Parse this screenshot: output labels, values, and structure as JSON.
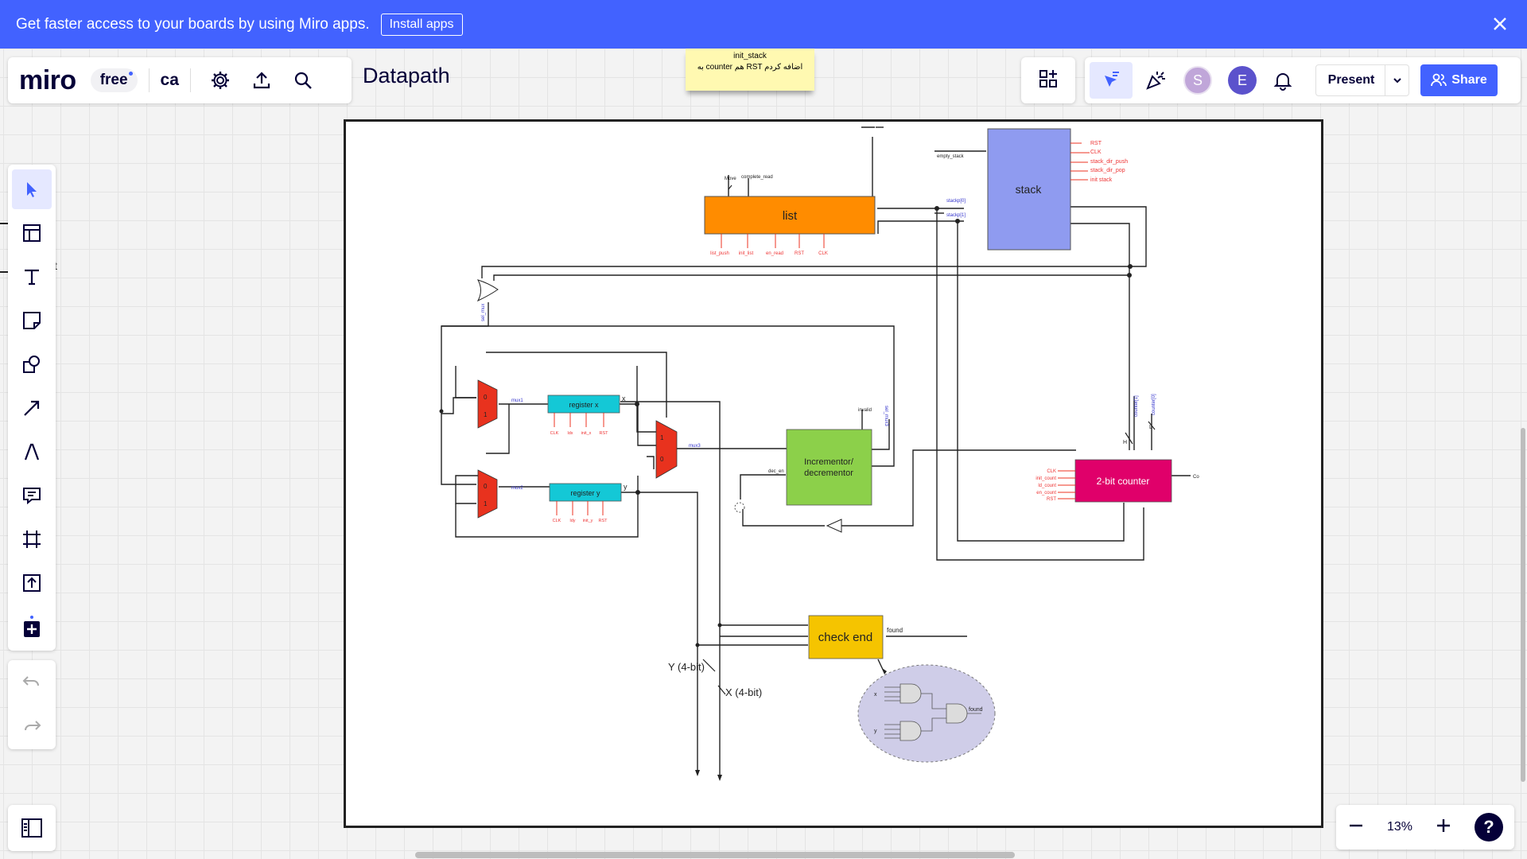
{
  "banner": {
    "text": "Get faster access to your boards by using Miro apps.",
    "button": "Install apps"
  },
  "header": {
    "logo": "miro",
    "plan": "free",
    "workspace": "ca",
    "board_title": "Datapath"
  },
  "sticky_note": {
    "line1": "init_stack",
    "line2": "به counter هم RST اضافه کردم"
  },
  "collab": {
    "avatar1": "S",
    "avatar2": "E",
    "present": "Present",
    "share": "Share"
  },
  "zoom": {
    "value": "13%"
  },
  "help": "?",
  "canvas_stray_text": "t",
  "colors": {
    "accent": "#4262ff",
    "avatar1": "#c0a6d9",
    "avatar2": "#5b52cc",
    "list": "#ff8c00",
    "stack": "#8f9bf0",
    "register": "#14c8d6",
    "counter": "#e0006a",
    "incdec": "#8cd04a",
    "check_end": "#f5c400",
    "mux": "#e8321e"
  },
  "diagram": {
    "stack": "stack",
    "stack_inputs": [
      "RST",
      "CLK",
      "stack_dir_push",
      "stack_dir_pop",
      "init stack"
    ],
    "empty_stack": "empty_stack",
    "stackp0": "stackp[0]",
    "stackp1": "stackp[1]",
    "list": "list",
    "list_top": [
      "Move",
      "complete_read"
    ],
    "list_bottom": [
      "list_push",
      "init_list",
      "en_read",
      "RST",
      "CLK"
    ],
    "sel_mux": "sel_mux",
    "mux1": "mux1",
    "mux2": "mux2",
    "mux3": "mux3",
    "mux_bit0": "0",
    "mux_bit1": "1",
    "register_x": "register x",
    "register_y": "register y",
    "reg_x_inputs": [
      "CLK",
      "ldx",
      "init_x",
      "RST"
    ],
    "reg_y_inputs": [
      "CLK",
      "ldy",
      "init_y",
      "RST"
    ],
    "x_out": "x",
    "y_out": "y",
    "inc_dec_line1": "Incrementor/",
    "inc_dec_line2": "decrementor",
    "invalid": "invalid",
    "dec_en": "dec_en",
    "sel_mux3": "sel_mux3",
    "counter": "2-bit counter",
    "counter_inputs": [
      "CLK",
      "init_count",
      "ld_count",
      "en_count",
      "RST"
    ],
    "counter_out": "Co",
    "counter1": "counter[1]",
    "counter0": "counter[0]",
    "H": "H",
    "L": "L",
    "check_end": "check end",
    "found": "found",
    "found_gate": "found",
    "y_4bit": "Y (4-bit)",
    "x_4bit": "X (4-bit)",
    "gate_x": "x",
    "gate_y": "y"
  }
}
